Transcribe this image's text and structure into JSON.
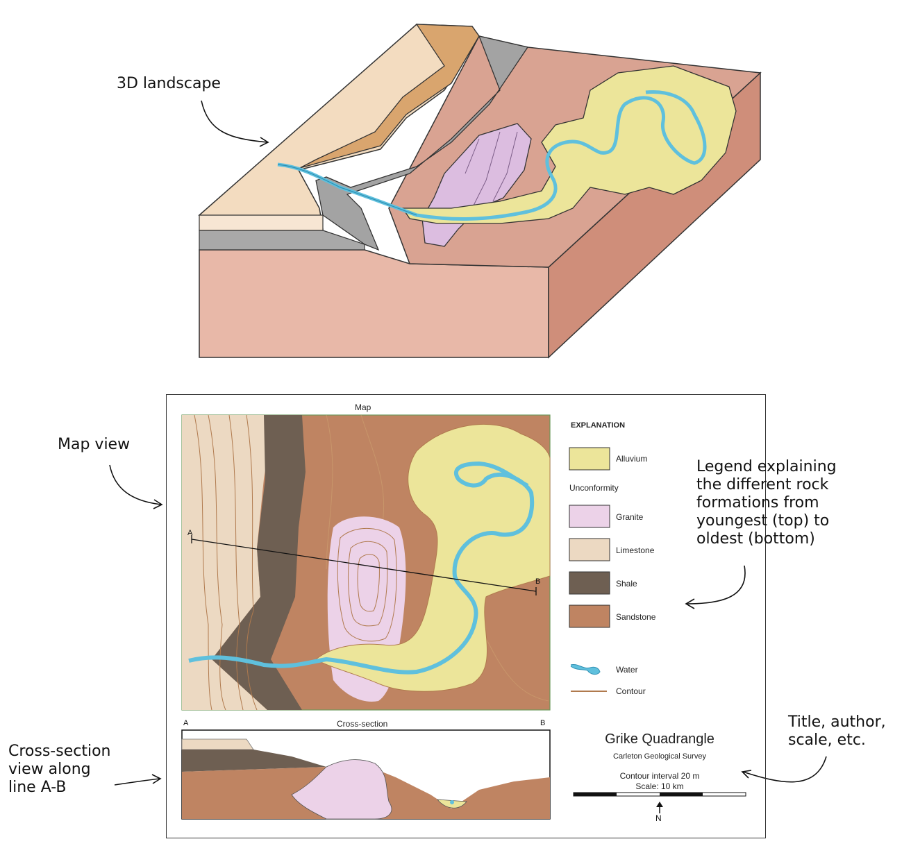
{
  "annotations": {
    "landscape": "3D landscape",
    "map_view": "Map view",
    "legend_note": [
      "Legend explaining",
      "the different rock",
      "formations from",
      "youngest (top) to",
      "oldest (bottom)"
    ],
    "cross_note": [
      "Cross-section",
      "view along",
      "line A-B"
    ],
    "title_note": [
      "Title, author,",
      "scale, etc."
    ]
  },
  "map": {
    "title": "Map",
    "point_a": "A",
    "point_b": "B",
    "cross_section_title": "Cross-section",
    "cs_a": "A",
    "cs_b": "B"
  },
  "legend": {
    "heading": "EXPLANATION",
    "unconformity": "Unconformity",
    "items": [
      {
        "label": "Alluvium",
        "color": "#ece59a"
      },
      {
        "label": "Granite",
        "color": "#ecd2e8"
      },
      {
        "label": "Limestone",
        "color": "#ecd9c2"
      },
      {
        "label": "Shale",
        "color": "#6e5f52"
      },
      {
        "label": "Sandstone",
        "color": "#bf8462"
      }
    ],
    "water": "Water",
    "contour": "Contour"
  },
  "title_block": {
    "title": "Grike Quadrangle",
    "author": "Carleton Geological Survey",
    "contour_interval": "Contour interval 20 m",
    "scale": "Scale: 10 km",
    "north": "N"
  },
  "colors": {
    "water": "#5fc0dd",
    "contour": "#b07a4e",
    "sandstone_3d": "#d9a392",
    "limestone_3d": "#f3dcc0"
  }
}
